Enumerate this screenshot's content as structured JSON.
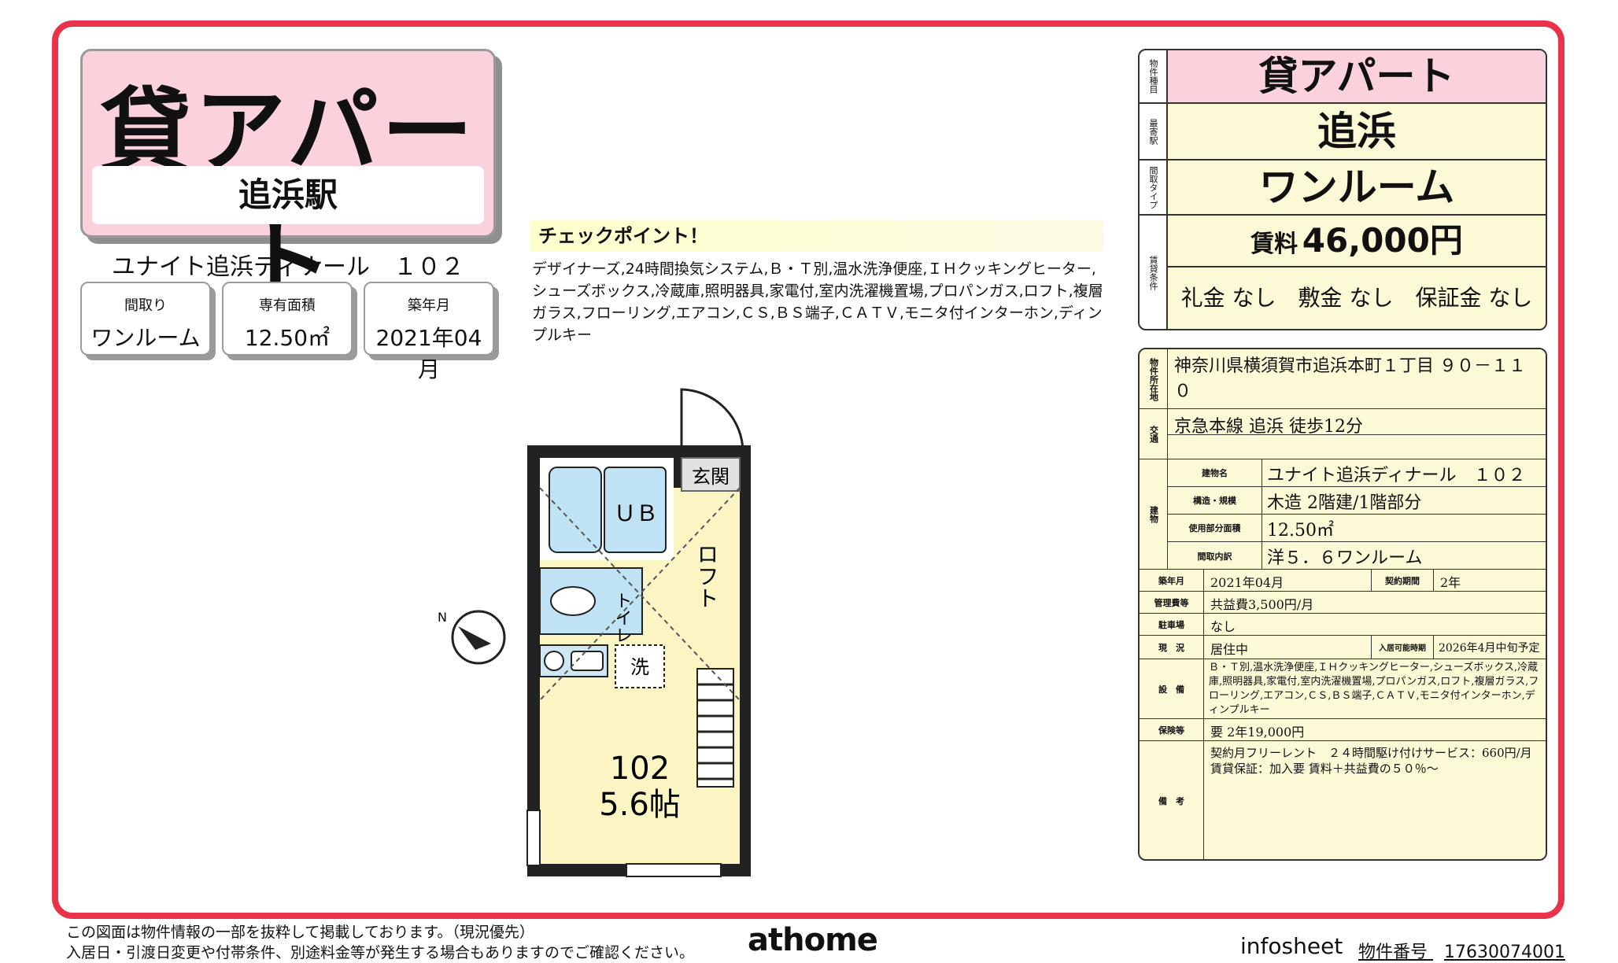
{
  "title": {
    "main": "貸アパート",
    "station": "追浜駅"
  },
  "building_name": "ユナイト追浜ディナール　１０２",
  "specs": [
    {
      "label": "間取り",
      "value": "ワンルーム"
    },
    {
      "label": "専有面積",
      "value": "12.50㎡"
    },
    {
      "label": "築年月",
      "value": "2021年04月"
    }
  ],
  "checkpoint": {
    "title": "チェックポイント！",
    "text": "デザイナーズ,24時間換気システム,Ｂ・Ｔ別,温水洗浄便座,ＩＨクッキングヒーター,シューズボックス,冷蔵庫,照明器具,家電付,室内洗濯機置場,プロパンガス,ロフト,複層ガラス,フローリング,エアコン,ＣＳ,ＢＳ端子,ＣＡＴＶ,モニタ付インターホン,ディンプルキー"
  },
  "floorplan": {
    "entrance": "玄関",
    "bath": "ＵＢ",
    "loft": "ロフト",
    "toilet": "トイレ",
    "laundry": "洗",
    "room_no": "102",
    "room_size": "5.6帖",
    "north": "N"
  },
  "summary": {
    "labels": {
      "type": "物件種目",
      "station": "最寄駅",
      "layout": "間取タイプ",
      "terms": "賃貸条件"
    },
    "type": "貸アパート",
    "station": "追浜",
    "layout": "ワンルーム",
    "rent_label": "賃料",
    "rent": "46,000円",
    "deposits": "礼金 なし　敷金 なし　保証金 なし"
  },
  "details": {
    "location_label": "物件所在地",
    "location": "神奈川県横須賀市追浜本町１丁目 ９０－１１０",
    "transport_label": "交通",
    "transport": "京急本線 追浜 徒歩12分",
    "building_label": "建物",
    "bname_label": "建物名",
    "bname": "ユナイト追浜ディナール　１０２",
    "structure_label": "構造・規模",
    "structure": "木造 2階建/1階部分",
    "area_label": "使用部分面積",
    "area": "12.50㎡",
    "rooms_label": "間取内訳",
    "rooms": "洋５．６ワンルーム",
    "built_label": "築年月",
    "built": "2021年04月",
    "contract_label": "契約期間",
    "contract": "2年",
    "mgmt_label": "管理費等",
    "mgmt": "共益費3,500円/月",
    "parking_label": "駐車場",
    "parking": "なし",
    "status_label": "現　況",
    "status": "居住中",
    "movein_label": "入居可能時期",
    "movein": "2026年4月中旬予定",
    "equipment_label": "設　備",
    "equipment": "Ｂ・Ｔ別,温水洗浄便座,ＩＨクッキングヒーター,シューズボックス,冷蔵庫,照明器具,家電付,室内洗濯機置場,プロパンガス,ロフト,複層ガラス,フローリング,エアコン,ＣＳ,ＢＳ端子,ＣＡＴＶ,モニタ付インターホン,ディンプルキー",
    "insurance_label": "保険等",
    "insurance": "要 2年19,000円",
    "remarks_label": "備　考",
    "remarks1": "契約月フリーレント　２４時間駆け付けサービス：660円/月",
    "remarks2": "賃貸保証：加入要 賃料＋共益費の５０％～"
  },
  "footer": {
    "line1": "この図面は物件情報の一部を抜粋して掲載しております。（現況優先）",
    "line2": "入居日・引渡日変更や付帯条件、別途料金等が発生する場合もありますのでご確認ください。",
    "brand": "athome",
    "sheet": "infosheet",
    "propno_label": "物件番号",
    "propno": "17630074001"
  },
  "colors": {
    "frame": "#e8334a",
    "pink": "#fbd2dc",
    "cream": "#fbf9d6",
    "yellow_room": "#fbf5c4",
    "bath_blue": "#bfe3f5"
  }
}
